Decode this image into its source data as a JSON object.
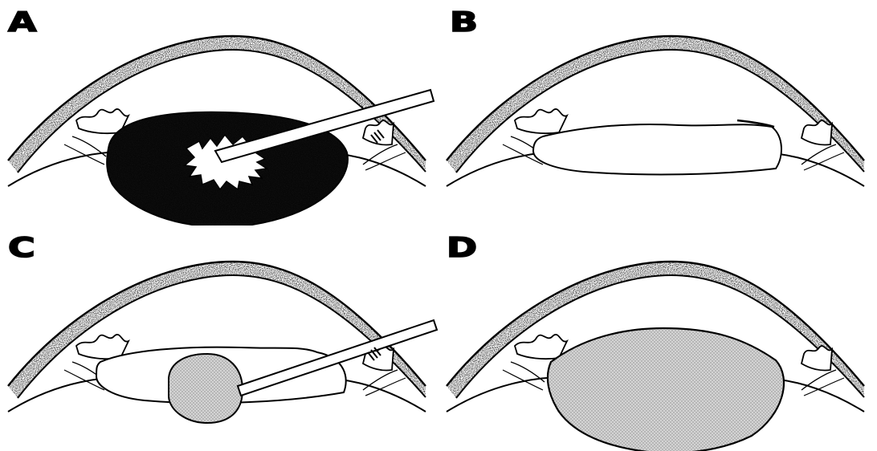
{
  "panels": {
    "a": {
      "label": "A"
    },
    "b": {
      "label": "B"
    },
    "c": {
      "label": "C"
    },
    "d": {
      "label": "D"
    }
  },
  "colors": {
    "ink": "#000000",
    "stipple_dark": "#2a2a2a",
    "stipple_light": "#c8c8c8",
    "background": "#ffffff"
  }
}
